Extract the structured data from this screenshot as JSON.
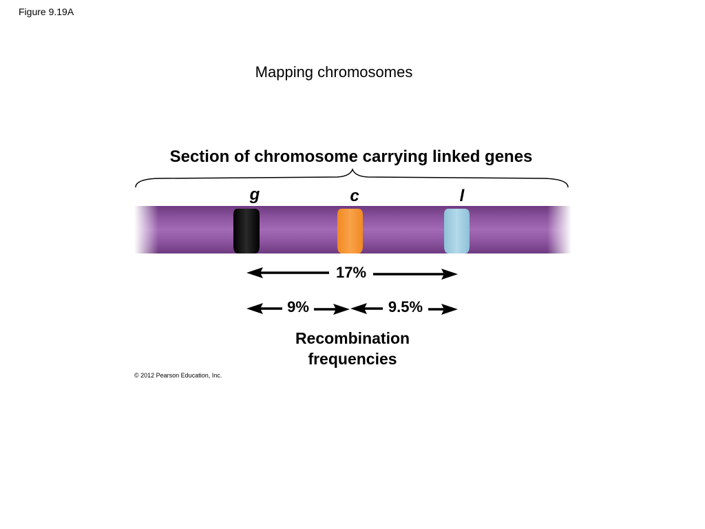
{
  "figure_label": "Figure 9.19A",
  "slide_title": "Mapping chromosomes",
  "section_title": "Section of chromosome carrying linked genes",
  "genes": [
    {
      "label": "g",
      "color": "#111111"
    },
    {
      "label": "c",
      "color": "#f5902e"
    },
    {
      "label": "l",
      "color": "#9ccbe0"
    }
  ],
  "chromosome_color": "#8a4a9a",
  "frequencies": {
    "g_to_l": "17%",
    "g_to_c": "9%",
    "c_to_l": "9.5%"
  },
  "caption": {
    "line1": "Recombination",
    "line2": "frequencies"
  },
  "copyright": "© 2012 Pearson Education, Inc."
}
